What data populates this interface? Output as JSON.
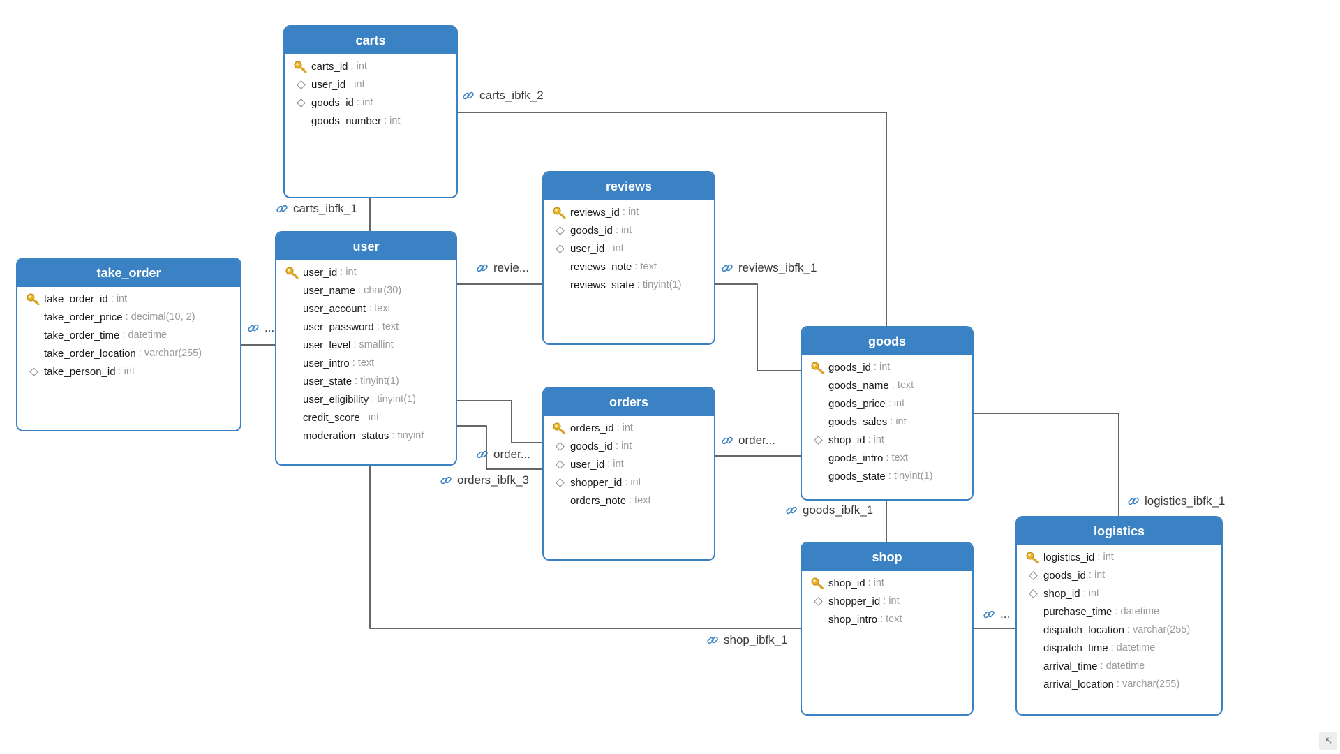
{
  "tables": [
    {
      "id": "carts",
      "name": "carts",
      "fields": [
        {
          "name": "carts_id",
          "type": "int",
          "key": "pk"
        },
        {
          "name": "user_id",
          "type": "int",
          "key": "fk"
        },
        {
          "name": "goods_id",
          "type": "int",
          "key": "fk"
        },
        {
          "name": "goods_number",
          "type": "int",
          "key": ""
        }
      ]
    },
    {
      "id": "reviews",
      "name": "reviews",
      "fields": [
        {
          "name": "reviews_id",
          "type": "int",
          "key": "pk"
        },
        {
          "name": "goods_id",
          "type": "int",
          "key": "fk"
        },
        {
          "name": "user_id",
          "type": "int",
          "key": "fk"
        },
        {
          "name": "reviews_note",
          "type": "text",
          "key": ""
        },
        {
          "name": "reviews_state",
          "type": "tinyint(1)",
          "key": ""
        }
      ]
    },
    {
      "id": "take_order",
      "name": "take_order",
      "fields": [
        {
          "name": "take_order_id",
          "type": "int",
          "key": "pk"
        },
        {
          "name": "take_order_price",
          "type": "decimal(10, 2)",
          "key": ""
        },
        {
          "name": "take_order_time",
          "type": "datetime",
          "key": ""
        },
        {
          "name": "take_order_location",
          "type": "varchar(255)",
          "key": ""
        },
        {
          "name": "take_person_id",
          "type": "int",
          "key": "fk"
        }
      ]
    },
    {
      "id": "user",
      "name": "user",
      "fields": [
        {
          "name": "user_id",
          "type": "int",
          "key": "pk"
        },
        {
          "name": "user_name",
          "type": "char(30)",
          "key": ""
        },
        {
          "name": "user_account",
          "type": "text",
          "key": ""
        },
        {
          "name": "user_password",
          "type": "text",
          "key": ""
        },
        {
          "name": "user_level",
          "type": "smallint",
          "key": ""
        },
        {
          "name": "user_intro",
          "type": "text",
          "key": ""
        },
        {
          "name": "user_state",
          "type": "tinyint(1)",
          "key": ""
        },
        {
          "name": "user_eligibility",
          "type": "tinyint(1)",
          "key": ""
        },
        {
          "name": "credit_score",
          "type": "int",
          "key": ""
        },
        {
          "name": "moderation_status",
          "type": "tinyint",
          "key": ""
        }
      ]
    },
    {
      "id": "goods",
      "name": "goods",
      "fields": [
        {
          "name": "goods_id",
          "type": "int",
          "key": "pk"
        },
        {
          "name": "goods_name",
          "type": "text",
          "key": ""
        },
        {
          "name": "goods_price",
          "type": "int",
          "key": ""
        },
        {
          "name": "goods_sales",
          "type": "int",
          "key": ""
        },
        {
          "name": "shop_id",
          "type": "int",
          "key": "fk"
        },
        {
          "name": "goods_intro",
          "type": "text",
          "key": ""
        },
        {
          "name": "goods_state",
          "type": "tinyint(1)",
          "key": ""
        }
      ]
    },
    {
      "id": "orders",
      "name": "orders",
      "fields": [
        {
          "name": "orders_id",
          "type": "int",
          "key": "pk"
        },
        {
          "name": "goods_id",
          "type": "int",
          "key": "fk"
        },
        {
          "name": "user_id",
          "type": "int",
          "key": "fk"
        },
        {
          "name": "shopper_id",
          "type": "int",
          "key": "fk"
        },
        {
          "name": "orders_note",
          "type": "text",
          "key": ""
        }
      ]
    },
    {
      "id": "shop",
      "name": "shop",
      "fields": [
        {
          "name": "shop_id",
          "type": "int",
          "key": "pk"
        },
        {
          "name": "shopper_id",
          "type": "int",
          "key": "fk"
        },
        {
          "name": "shop_intro",
          "type": "text",
          "key": ""
        }
      ]
    },
    {
      "id": "logistics",
      "name": "logistics",
      "fields": [
        {
          "name": "logistics_id",
          "type": "int",
          "key": "pk"
        },
        {
          "name": "goods_id",
          "type": "int",
          "key": "fk"
        },
        {
          "name": "shop_id",
          "type": "int",
          "key": "fk"
        },
        {
          "name": "purchase_time",
          "type": "datetime",
          "key": ""
        },
        {
          "name": "dispatch_location",
          "type": "varchar(255)",
          "key": ""
        },
        {
          "name": "dispatch_time",
          "type": "datetime",
          "key": ""
        },
        {
          "name": "arrival_time",
          "type": "datetime",
          "key": ""
        },
        {
          "name": "arrival_location",
          "type": "varchar(255)",
          "key": ""
        }
      ]
    }
  ],
  "relations": [
    {
      "id": "carts_ibfk_2",
      "label": "carts_ibfk_2"
    },
    {
      "id": "carts_ibfk_1",
      "label": "carts_ibfk_1"
    },
    {
      "id": "reviews_user",
      "label": "revie..."
    },
    {
      "id": "reviews_ibfk_1",
      "label": "reviews_ibfk_1"
    },
    {
      "id": "take_order_user",
      "label": "..."
    },
    {
      "id": "orders_user",
      "label": "order..."
    },
    {
      "id": "orders_ibfk_3",
      "label": "orders_ibfk_3"
    },
    {
      "id": "orders_goods",
      "label": "order..."
    },
    {
      "id": "goods_ibfk_1",
      "label": "goods_ibfk_1"
    },
    {
      "id": "logistics_ibfk_1",
      "label": "logistics_ibfk_1"
    },
    {
      "id": "shop_ibfk_1",
      "label": "shop_ibfk_1"
    },
    {
      "id": "logistics_shop",
      "label": "..."
    }
  ],
  "colors": {
    "header": "#3a82c4",
    "border": "#3a82c4",
    "line": "#333333",
    "key": "#e8b423",
    "type": "#9a9a9a"
  },
  "icons": {
    "primary_key": "key-icon",
    "foreign_key": "diamond-icon",
    "relation": "link-icon",
    "corner": "resize-corner-icon"
  }
}
